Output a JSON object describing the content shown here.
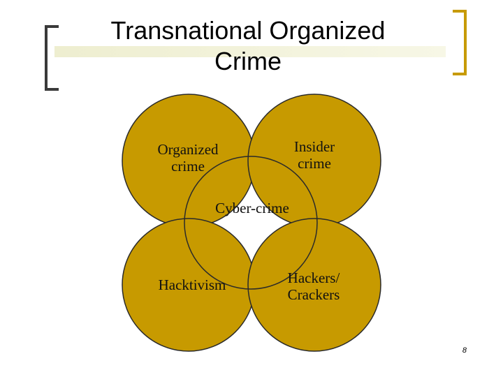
{
  "slide": {
    "title_lines": [
      "Transnational Organized",
      "Crime"
    ],
    "page_number": "8"
  },
  "diagram": {
    "circles": [
      {
        "id": "organized-crime",
        "lines": [
          "Organized",
          "crime"
        ]
      },
      {
        "id": "insider-crime",
        "lines": [
          "Insider",
          "crime"
        ]
      },
      {
        "id": "hacktivism",
        "lines": [
          "Hacktivism"
        ]
      },
      {
        "id": "hackers-crackers",
        "lines": [
          "Hackers/",
          "Crackers"
        ]
      }
    ],
    "center_label": "Cyber-crime",
    "colors": {
      "circle_fill": "#c79a00",
      "circle_outline": "#2a2a2a",
      "accent_bracket": "#c79a00",
      "dark_bracket": "#3a3a3a"
    }
  }
}
